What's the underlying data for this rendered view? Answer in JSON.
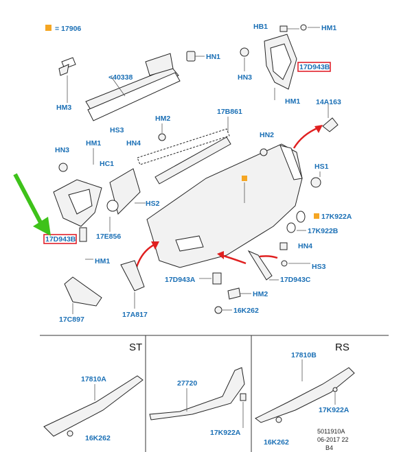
{
  "legend": {
    "code": "= 17906",
    "swatch_color": "#f5a623"
  },
  "labels": {
    "hb1": "HB1",
    "hm1_top": "HM1",
    "hn1_top": "HN1",
    "hn3_top": "HN3",
    "p17d943b_top": "17D943B",
    "hm1_bracket": "HM1",
    "p14a163": "14A163",
    "p40338": "<40338",
    "hm3": "HM3",
    "hm2_top": "HM2",
    "p17b861": "17B861",
    "hs3_left": "HS3",
    "hm1_left": "HM1",
    "hn4_left": "HN4",
    "hn3_left": "HN3",
    "hc1": "HC1",
    "hs2": "HS2",
    "hn2": "HN2",
    "hs1": "HS1",
    "p17d943b_left": "17D943B",
    "p17e856": "17E856",
    "hm1_lower": "HM1",
    "p17k922a_mid": "17K922A",
    "p17k922b": "17K922B",
    "hn4_right": "HN4",
    "hs3_right": "HS3",
    "p17d943a": "17D943A",
    "p17d943c": "17D943C",
    "hm2_lower": "HM2",
    "p16k262_mid": "16K262",
    "p17a817": "17A817",
    "p17c897": "17C897"
  },
  "panels": {
    "st_title": "ST",
    "rs_title": "RS",
    "p17810a": "17810A",
    "p16k262_st": "16K262",
    "p27720": "27720",
    "p17k922a_mid_panel": "17K922A",
    "p17810b": "17810B",
    "p17k922a_rs": "17K922A",
    "p16k262_rs": "16K262"
  },
  "footer": {
    "line1": "5011910A",
    "line2": "06-2017 22",
    "line3": "B4"
  },
  "colors": {
    "label_blue": "#1a6fb5",
    "highlight_red": "#e0202a",
    "arrow_green": "#3ec21a",
    "arrow_red": "#e02020",
    "orange": "#f5a623"
  }
}
